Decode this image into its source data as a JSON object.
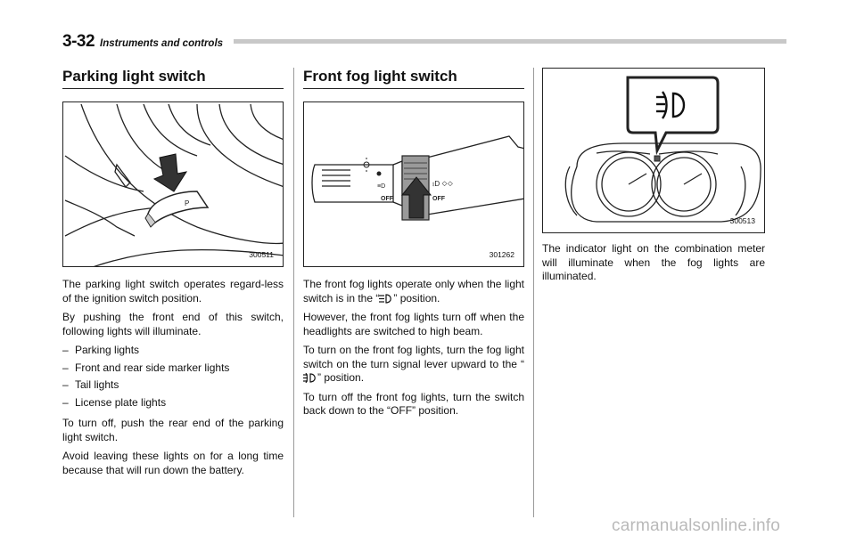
{
  "header": {
    "page_number": "3-32",
    "section_title": "Instruments and controls"
  },
  "col1": {
    "heading": "Parking light switch",
    "figure_id": "300511",
    "figure_label": "P",
    "p1": "The parking light switch operates regard-less of the ignition switch position.",
    "p2": "By pushing the front end of this switch, following lights will illuminate.",
    "list": [
      "Parking lights",
      "Front and rear side marker lights",
      "Tail lights",
      "License plate lights"
    ],
    "dash": "–",
    "p3": "To turn off, push the rear end of the parking light switch.",
    "p4": "Avoid leaving these lights on for a long time because that will run down the battery."
  },
  "col2": {
    "heading": "Front fog light switch",
    "figure_id": "301262",
    "figure_off_left": "OFF",
    "figure_off_right": "OFF",
    "p1_before": "The front fog lights operate only when the light switch is in the “",
    "p1_icon": "headlight-icon",
    "p1_after": "” position.",
    "p2": "However, the front fog lights turn off when the headlights are switched to high beam.",
    "p3_before": "To turn on the front fog lights, turn the fog light switch on the turn signal lever upward to the “",
    "p3_icon": "fog-light-icon",
    "p3_after": "” position.",
    "p4": "To turn off the front fog lights, turn the switch back down to the “OFF” position."
  },
  "col3": {
    "figure_id": "300513",
    "p1": "The indicator light on the combination meter will illuminate when the fog lights are illuminated."
  },
  "watermark": "carmanualsonline.info"
}
